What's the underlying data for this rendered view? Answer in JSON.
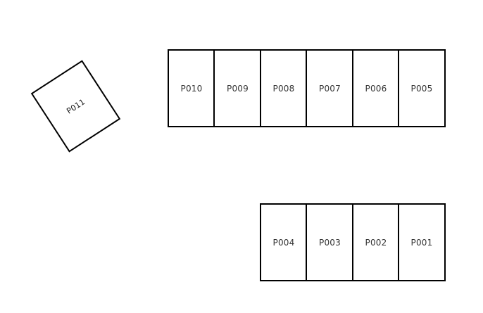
{
  "parking_lot": {
    "top_row": [
      {
        "id": "P010"
      },
      {
        "id": "P009"
      },
      {
        "id": "P008"
      },
      {
        "id": "P007"
      },
      {
        "id": "P006"
      },
      {
        "id": "P005"
      }
    ],
    "bottom_row": [
      {
        "id": "P004"
      },
      {
        "id": "P003"
      },
      {
        "id": "P002"
      },
      {
        "id": "P001"
      }
    ],
    "angled": {
      "id": "P011"
    }
  },
  "colors": {
    "outline": "#000000",
    "background": "#ffffff",
    "label": "#333333"
  }
}
